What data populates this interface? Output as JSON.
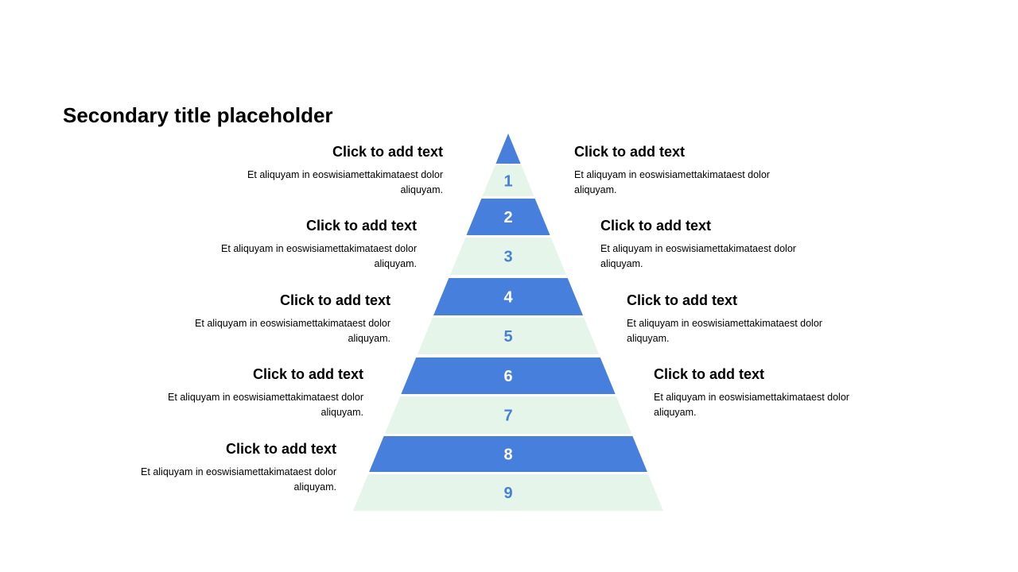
{
  "title": "Secondary title placeholder",
  "colors": {
    "blue": "#4680DC",
    "light": "#E6F5EA",
    "label_on_blue": "#FFFFFF",
    "label_on_light": "#4680DC"
  },
  "pyramid": {
    "levels": [
      {
        "label": "",
        "fill": "blue"
      },
      {
        "label": "1",
        "fill": "light"
      },
      {
        "label": "2",
        "fill": "blue"
      },
      {
        "label": "3",
        "fill": "light"
      },
      {
        "label": "4",
        "fill": "blue"
      },
      {
        "label": "5",
        "fill": "light"
      },
      {
        "label": "6",
        "fill": "blue"
      },
      {
        "label": "7",
        "fill": "light"
      },
      {
        "label": "8",
        "fill": "blue"
      },
      {
        "label": "9",
        "fill": "light"
      }
    ]
  },
  "left_blocks": [
    {
      "heading": "Click to add text",
      "body": "Et aliquyam in eoswisiamettakimataest dolor aliquyam."
    },
    {
      "heading": "Click to add text",
      "body": "Et aliquyam in eoswisiamettakimataest dolor aliquyam."
    },
    {
      "heading": "Click to add text",
      "body": "Et aliquyam in eoswisiamettakimataest dolor aliquyam."
    },
    {
      "heading": "Click to add text",
      "body": "Et aliquyam in eoswisiamettakimataest dolor aliquyam."
    },
    {
      "heading": "Click to add text",
      "body": "Et aliquyam in eoswisiamettakimataest dolor aliquyam."
    }
  ],
  "right_blocks": [
    {
      "heading": "Click to add text",
      "body": "Et aliquyam in eoswisiamettakimataest dolor aliquyam."
    },
    {
      "heading": "Click to add text",
      "body": "Et aliquyam in eoswisiamettakimataest dolor aliquyam."
    },
    {
      "heading": "Click to add text",
      "body": "Et aliquyam in eoswisiamettakimataest dolor aliquyam."
    },
    {
      "heading": "Click to add text",
      "body": "Et aliquyam in eoswisiamettakimataest dolor aliquyam."
    }
  ]
}
